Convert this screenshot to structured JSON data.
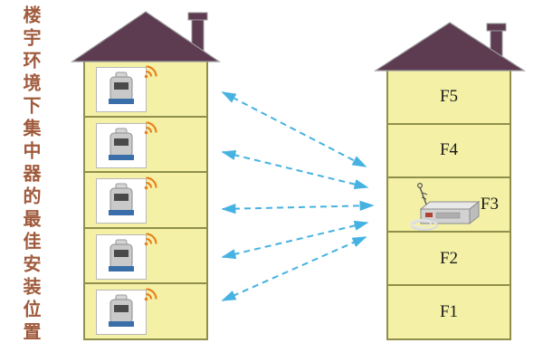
{
  "title": "楼宇环境下集中器的最佳安装位置",
  "right_building": {
    "floors": [
      {
        "label": "F5"
      },
      {
        "label": "F4"
      },
      {
        "label": "F3",
        "has_concentrator": true
      },
      {
        "label": "F2"
      },
      {
        "label": "F1"
      }
    ]
  },
  "left_building": {
    "floor_count": 5,
    "each_floor_contains": "wireless meter with signal icon"
  },
  "arrows": {
    "count": 5,
    "style": "dashed",
    "double_headed": true,
    "color": "#45B2E2"
  },
  "colors": {
    "building_fill": "#F4F1A6",
    "building_border": "#8F8F4B",
    "roof": "#5D3B51",
    "arrow": "#45B2E2",
    "title_text": "#A05A3C",
    "wifi_signal": "#E8821E"
  }
}
